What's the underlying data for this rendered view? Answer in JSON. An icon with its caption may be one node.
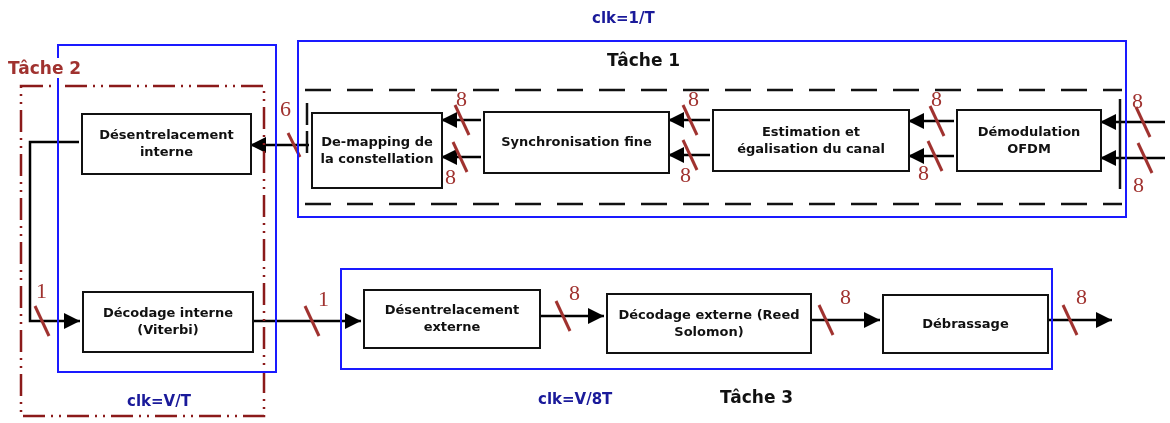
{
  "diagram": {
    "nodes": [
      {
        "text": [
          "Tâche 1"
        ],
        "beside": [
          "clk=1/T"
        ]
      },
      {
        "text": [],
        "shape": "box",
        "in": 0
      },
      {
        "text": [
          "De-mapping de la constellation"
        ],
        "in": 1
      },
      {
        "text": [
          "Synchronisation fine"
        ],
        "in": 1
      },
      {
        "text": [
          "Estimation et égalisation du canal"
        ],
        "in": 1
      },
      {
        "text": [
          "Démodulation OFDM"
        ],
        "in": 1
      },
      {
        "text": [],
        "shape": "box"
      },
      {
        "text": [
          "Désentrelacement interne"
        ],
        "in": 6
      },
      {
        "text": [
          "Décodage interne (Viterbi)"
        ],
        "in": 6
      },
      {
        "text": [
          "Tâche 3"
        ],
        "beside": [
          "clk=V/8T"
        ]
      },
      {
        "text": [
          "Désentrelacement externe"
        ],
        "in": 9
      },
      {
        "text": [
          "Décodage externe (Reed Solomon)"
        ],
        "in": 9
      },
      {
        "text": [
          "Débrassage"
        ],
        "in": 9
      }
    ],
    "edges": [
      {
        "from": null,
        "to": 5,
        "arrow": "to",
        "label": "8"
      },
      {
        "from": null,
        "to": 5,
        "arrow": "to",
        "label": "8"
      },
      {
        "from": 5,
        "to": 4,
        "arrow": "to",
        "label": "8"
      },
      {
        "from": 5,
        "to": 4,
        "arrow": "to",
        "label": "8"
      },
      {
        "from": 4,
        "to": 3,
        "arrow": "to",
        "label": "8"
      },
      {
        "from": 4,
        "to": 3,
        "arrow": "to",
        "label": "8"
      },
      {
        "from": 3,
        "to": 2,
        "arrow": "to",
        "label": "8"
      },
      {
        "from": 3,
        "to": 2,
        "arrow": "to",
        "label": "8"
      },
      {
        "from": 2,
        "to": 7,
        "arrow": "to",
        "label": "6"
      },
      {
        "from": 7,
        "to": 8,
        "arrow": "to",
        "label": "1"
      },
      {
        "from": 8,
        "to": 10,
        "arrow": "to",
        "label": "1"
      },
      {
        "from": 10,
        "to": 11,
        "arrow": "to",
        "label": "8"
      },
      {
        "from": 11,
        "to": 12,
        "arrow": "to",
        "label": "8"
      },
      {
        "from": 12,
        "to": null,
        "arrow": "to",
        "label": "8"
      }
    ],
    "labels": [
      "Tâche 2",
      "clk=V/T"
    ]
  }
}
